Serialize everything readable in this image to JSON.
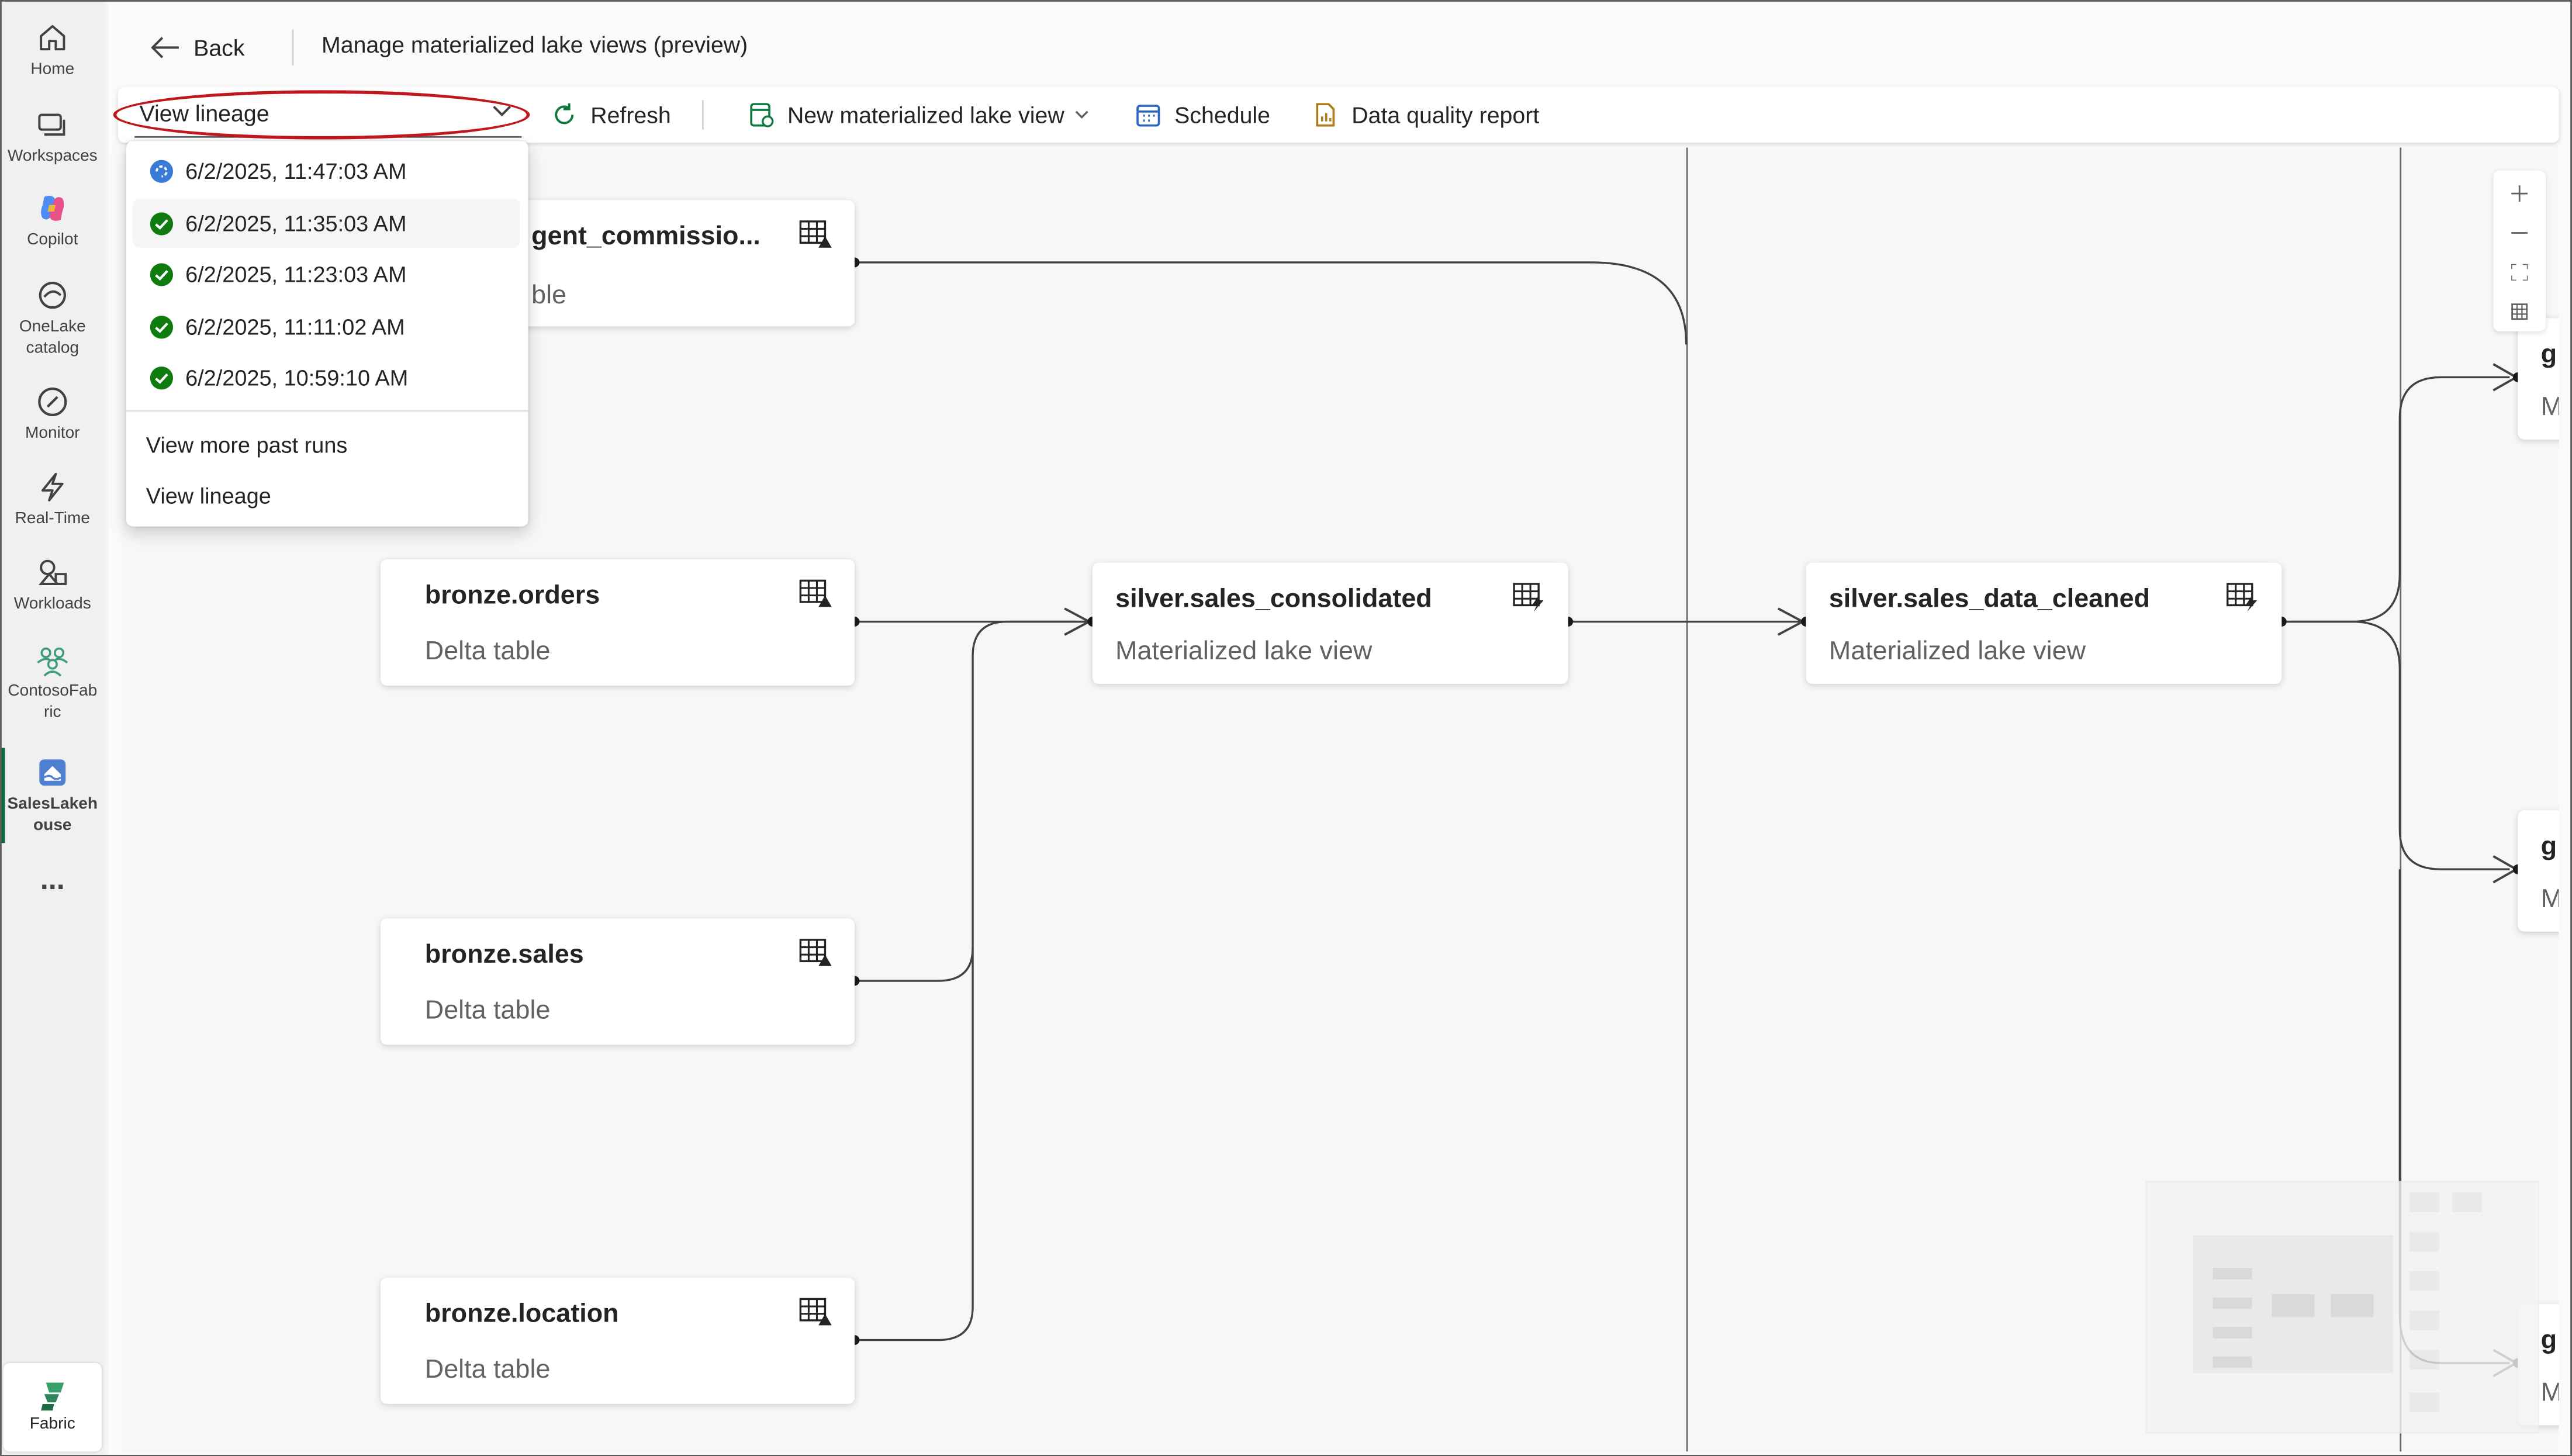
{
  "rail": {
    "items": [
      {
        "label": "Home",
        "icon": "home-icon"
      },
      {
        "label": "Workspaces",
        "icon": "workspaces-icon"
      },
      {
        "label": "Copilot",
        "icon": "copilot-icon"
      },
      {
        "label": "OneLake catalog",
        "icon": "onelake-catalog-icon"
      },
      {
        "label": "Monitor",
        "icon": "monitor-icon"
      },
      {
        "label": "Real-Time",
        "icon": "real-time-icon"
      },
      {
        "label": "Workloads",
        "icon": "workloads-icon"
      },
      {
        "label": "ContosoFabric",
        "icon": "workspace-people-icon"
      },
      {
        "label": "SalesLakehouse",
        "icon": "lakehouse-icon"
      }
    ],
    "more_label": "...",
    "fabric_label": "Fabric"
  },
  "header": {
    "back_label": "Back",
    "title": "Manage materialized lake views (preview)"
  },
  "toolbar": {
    "dropdown_value": "View lineage",
    "refresh_label": "Refresh",
    "new_view_label": "New materialized lake view",
    "schedule_label": "Schedule",
    "dq_report_label": "Data quality report"
  },
  "runs_menu": {
    "runs": [
      {
        "time": "6/2/2025, 11:47:03 AM",
        "status": "in-progress"
      },
      {
        "time": "6/2/2025, 11:35:03 AM",
        "status": "succeeded"
      },
      {
        "time": "6/2/2025, 11:23:03 AM",
        "status": "succeeded"
      },
      {
        "time": "6/2/2025, 11:11:02 AM",
        "status": "succeeded"
      },
      {
        "time": "6/2/2025, 10:59:10 AM",
        "status": "succeeded"
      }
    ],
    "view_more_label": "View more past runs",
    "view_lineage_label": "View lineage"
  },
  "lineage": {
    "nodes": {
      "agent": {
        "title": "gent_commissio...",
        "subtitle": "ble"
      },
      "orders": {
        "title": "bronze.orders",
        "subtitle": "Delta table"
      },
      "sales": {
        "title": "bronze.sales",
        "subtitle": "Delta table"
      },
      "location": {
        "title": "bronze.location",
        "subtitle": "Delta table"
      },
      "consolidated": {
        "title": "silver.sales_consolidated",
        "subtitle": "Materialized lake view"
      },
      "cleaned": {
        "title": "silver.sales_data_cleaned",
        "subtitle": "Materialized lake view"
      },
      "gold1": {
        "title": "g",
        "subtitle": "M"
      },
      "gold2": {
        "title": "g",
        "subtitle": "M"
      },
      "gold3": {
        "title": "g",
        "subtitle": "M"
      }
    }
  },
  "colors": {
    "success": "#107c10",
    "in_progress": "#3a7bd5",
    "highlight": "#c0171c",
    "accent": "#0e6a3a"
  }
}
